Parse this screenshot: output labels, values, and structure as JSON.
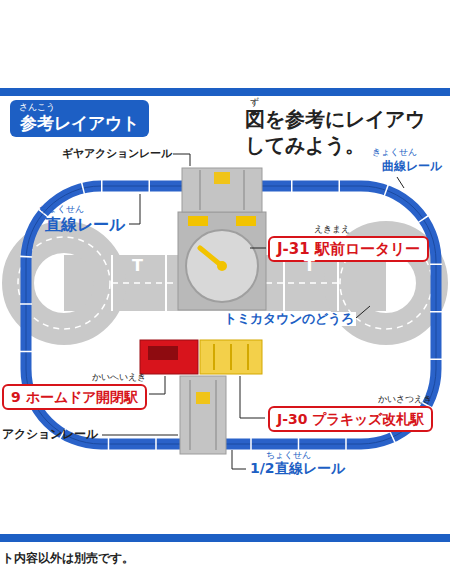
{
  "diagram": {
    "nodes": [
      {
        "text": [
          "さんこう",
          "参考レイアウト"
        ]
      },
      {
        "text": [
          "えきまえ",
          "J-31 駅前ロータリー"
        ]
      },
      {
        "text": [
          "かいへいえき",
          "9 ホームドア開閉駅"
        ]
      },
      {
        "text": [
          "かいさつえき",
          "J-30 プラキッズ改札駅"
        ]
      }
    ],
    "labels": [
      "ず",
      "図を参考にレイアウ",
      "してみよう。",
      "きょくせん",
      "曲線レール",
      "ギヤアクションレール",
      "ちょくせん",
      "直線レール",
      "T",
      "T",
      "トミカタウンのどうろ",
      "アクションレール",
      "ちょくせん",
      "1/2直線レール",
      "ト内容以外は別売です。"
    ]
  }
}
